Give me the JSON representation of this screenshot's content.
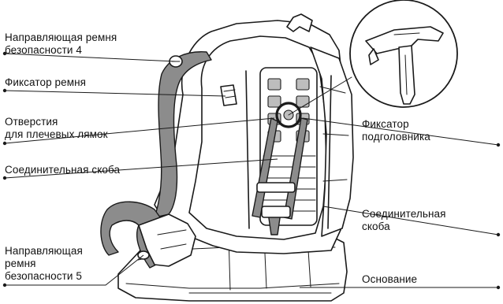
{
  "labels": {
    "belt_guide_4": [
      "Направляющая ремня",
      "безопасности 4"
    ],
    "belt_lock": [
      "Фиксатор ремня"
    ],
    "shoulder_holes": [
      "Отверстия",
      "для плечевых лямок"
    ],
    "connector_left": [
      "Соединительная скоба"
    ],
    "belt_guide_5": [
      "Направляющая",
      "ремня",
      "безопасности 5"
    ],
    "headrest_lock": [
      "Фиксатор",
      "подголовника"
    ],
    "connector_right": [
      "Соединительная",
      "скоба"
    ],
    "base": [
      "Основание"
    ]
  }
}
